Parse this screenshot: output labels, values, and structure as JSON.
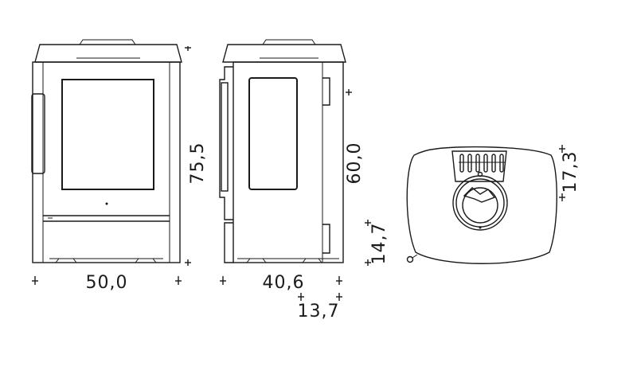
{
  "dimensions": {
    "front_width": "50,0",
    "front_height": "75,5",
    "side_depth": "40,6",
    "side_height": "60,0",
    "side_bottom_height": "14,7",
    "side_offset": "13,7",
    "top_offset": "17,3"
  }
}
